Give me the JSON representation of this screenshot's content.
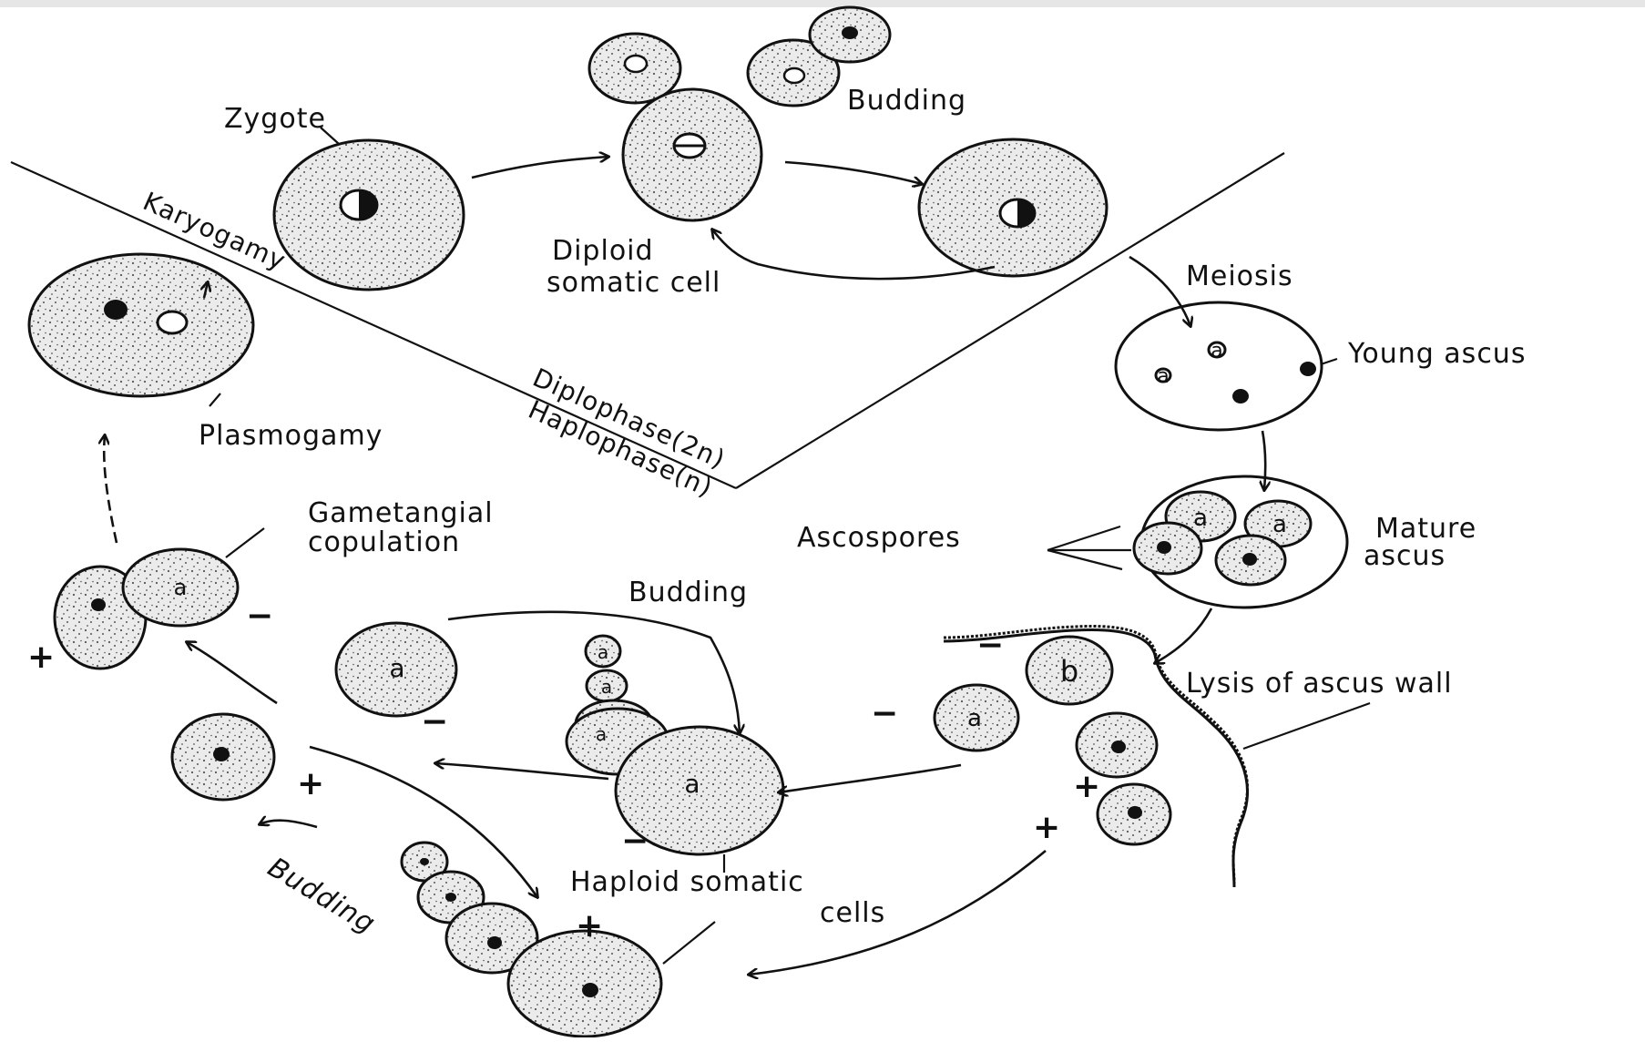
{
  "labels": {
    "zygote": "Zygote",
    "budding_top": "Budding",
    "diploid_1": "Diploid",
    "diploid_2": "somatic cell",
    "meiosis": "Meiosis",
    "young_ascus": "Young ascus",
    "ascospores": "Ascospores",
    "mature_1": "Mature",
    "mature_2": "ascus",
    "lysis": "Lysis of ascus wall",
    "budding_mid": "Budding",
    "budding_bottom": "Budding",
    "haploid_1": "Haploid somatic",
    "haploid_2": "cells",
    "gametangial_1": "Gametangial",
    "gametangial_2": "copulation",
    "plasmogamy": "Plasmogamy",
    "karyogamy": "Karyogamy",
    "diplophase": "Diplophase(2n)",
    "haplophase": "Haplophase(n)"
  },
  "spore_letters": {
    "a": "a",
    "b": "b"
  },
  "mating_signs": {
    "plus": "+",
    "minus": "−"
  },
  "colors": {
    "ink": "#111111",
    "cell_fill": "#ebebeb",
    "stipple": "#555555",
    "background": "#ffffff"
  }
}
